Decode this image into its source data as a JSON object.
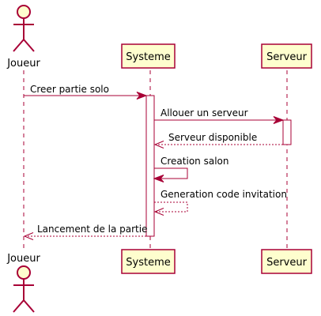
{
  "participants": {
    "joueur": {
      "label": "Joueur",
      "kind": "actor"
    },
    "systeme": {
      "label": "Systeme",
      "kind": "participant"
    },
    "serveur": {
      "label": "Serveur",
      "kind": "participant"
    }
  },
  "messages": [
    {
      "from": "joueur",
      "to": "systeme",
      "label": "Creer partie solo",
      "style": "solid"
    },
    {
      "from": "systeme",
      "to": "serveur",
      "label": "Allouer un serveur",
      "style": "solid"
    },
    {
      "from": "serveur",
      "to": "systeme",
      "label": "Serveur disponible",
      "style": "dashed"
    },
    {
      "from": "systeme",
      "to": "systeme",
      "label": "Creation salon",
      "style": "solid"
    },
    {
      "from": "systeme",
      "to": "systeme",
      "label": "Generation code invitation",
      "style": "dashed"
    },
    {
      "from": "systeme",
      "to": "joueur",
      "label": "Lancement de la partie",
      "style": "dashed"
    }
  ],
  "colors": {
    "line": "#A80036",
    "box_fill": "#FEFECE",
    "text": "#000000",
    "background": "#FFFFFF"
  }
}
